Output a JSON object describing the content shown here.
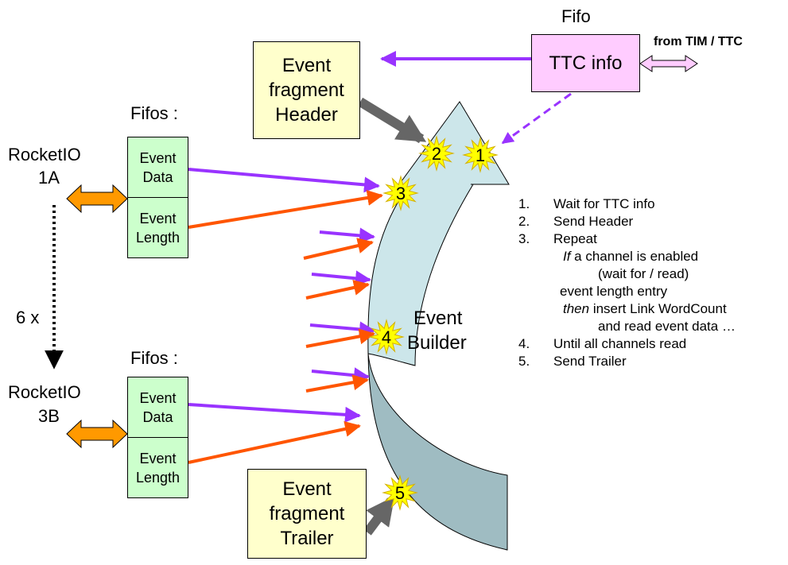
{
  "labels": {
    "fifo_top": "Fifo",
    "ttc_info": "TTC info",
    "from_tim_ttc": "from TIM / TTC",
    "fifos_top": "Fifos :",
    "fifos_bottom": "Fifos :",
    "rocketio_1a": [
      "RocketIO",
      "1A"
    ],
    "rocketio_3b": [
      "RocketIO",
      "3B"
    ],
    "six_x": "6 x",
    "event_builder": [
      "Event",
      "Builder"
    ]
  },
  "header_box": [
    "Event",
    "fragment",
    "Header"
  ],
  "trailer_box": [
    "Event",
    "fragment",
    "Trailer"
  ],
  "fifo_top_cells": [
    [
      "Event",
      "Data"
    ],
    [
      "Event",
      "Length"
    ]
  ],
  "fifo_bottom_cells": [
    [
      "Event",
      "Data"
    ],
    [
      "Event",
      "Length"
    ]
  ],
  "stars": [
    "1",
    "2",
    "3",
    "4",
    "5"
  ],
  "steps": [
    {
      "num": "1.",
      "text": "Wait for TTC info"
    },
    {
      "num": "2.",
      "text": "Send Header"
    },
    {
      "num": "3.",
      "text": "Repeat"
    },
    {
      "num": "",
      "em": "If",
      "text": " a channel is enabled"
    },
    {
      "num": "",
      "text": "(wait for / read)"
    },
    {
      "num": "",
      "text": "event length entry"
    },
    {
      "num": "",
      "em": "then",
      "text": " insert Link WordCount"
    },
    {
      "num": "",
      "text": "and read event data …"
    },
    {
      "num": "4.",
      "text": "Until all channels read"
    },
    {
      "num": "5.",
      "text": "Send Trailer"
    }
  ],
  "colors": {
    "purple": "#9933ff",
    "orange": "#ff5500",
    "gray_arrow": "#666666",
    "dbl_arrow": "#ff9900",
    "star": "#ffff00",
    "upper_arc": "#cce6ea",
    "lower_arc": "#9fbcc2",
    "header_fill": "#ffffcc",
    "fifo_fill": "#ccffcc",
    "ttc_fill": "#ffccff"
  }
}
